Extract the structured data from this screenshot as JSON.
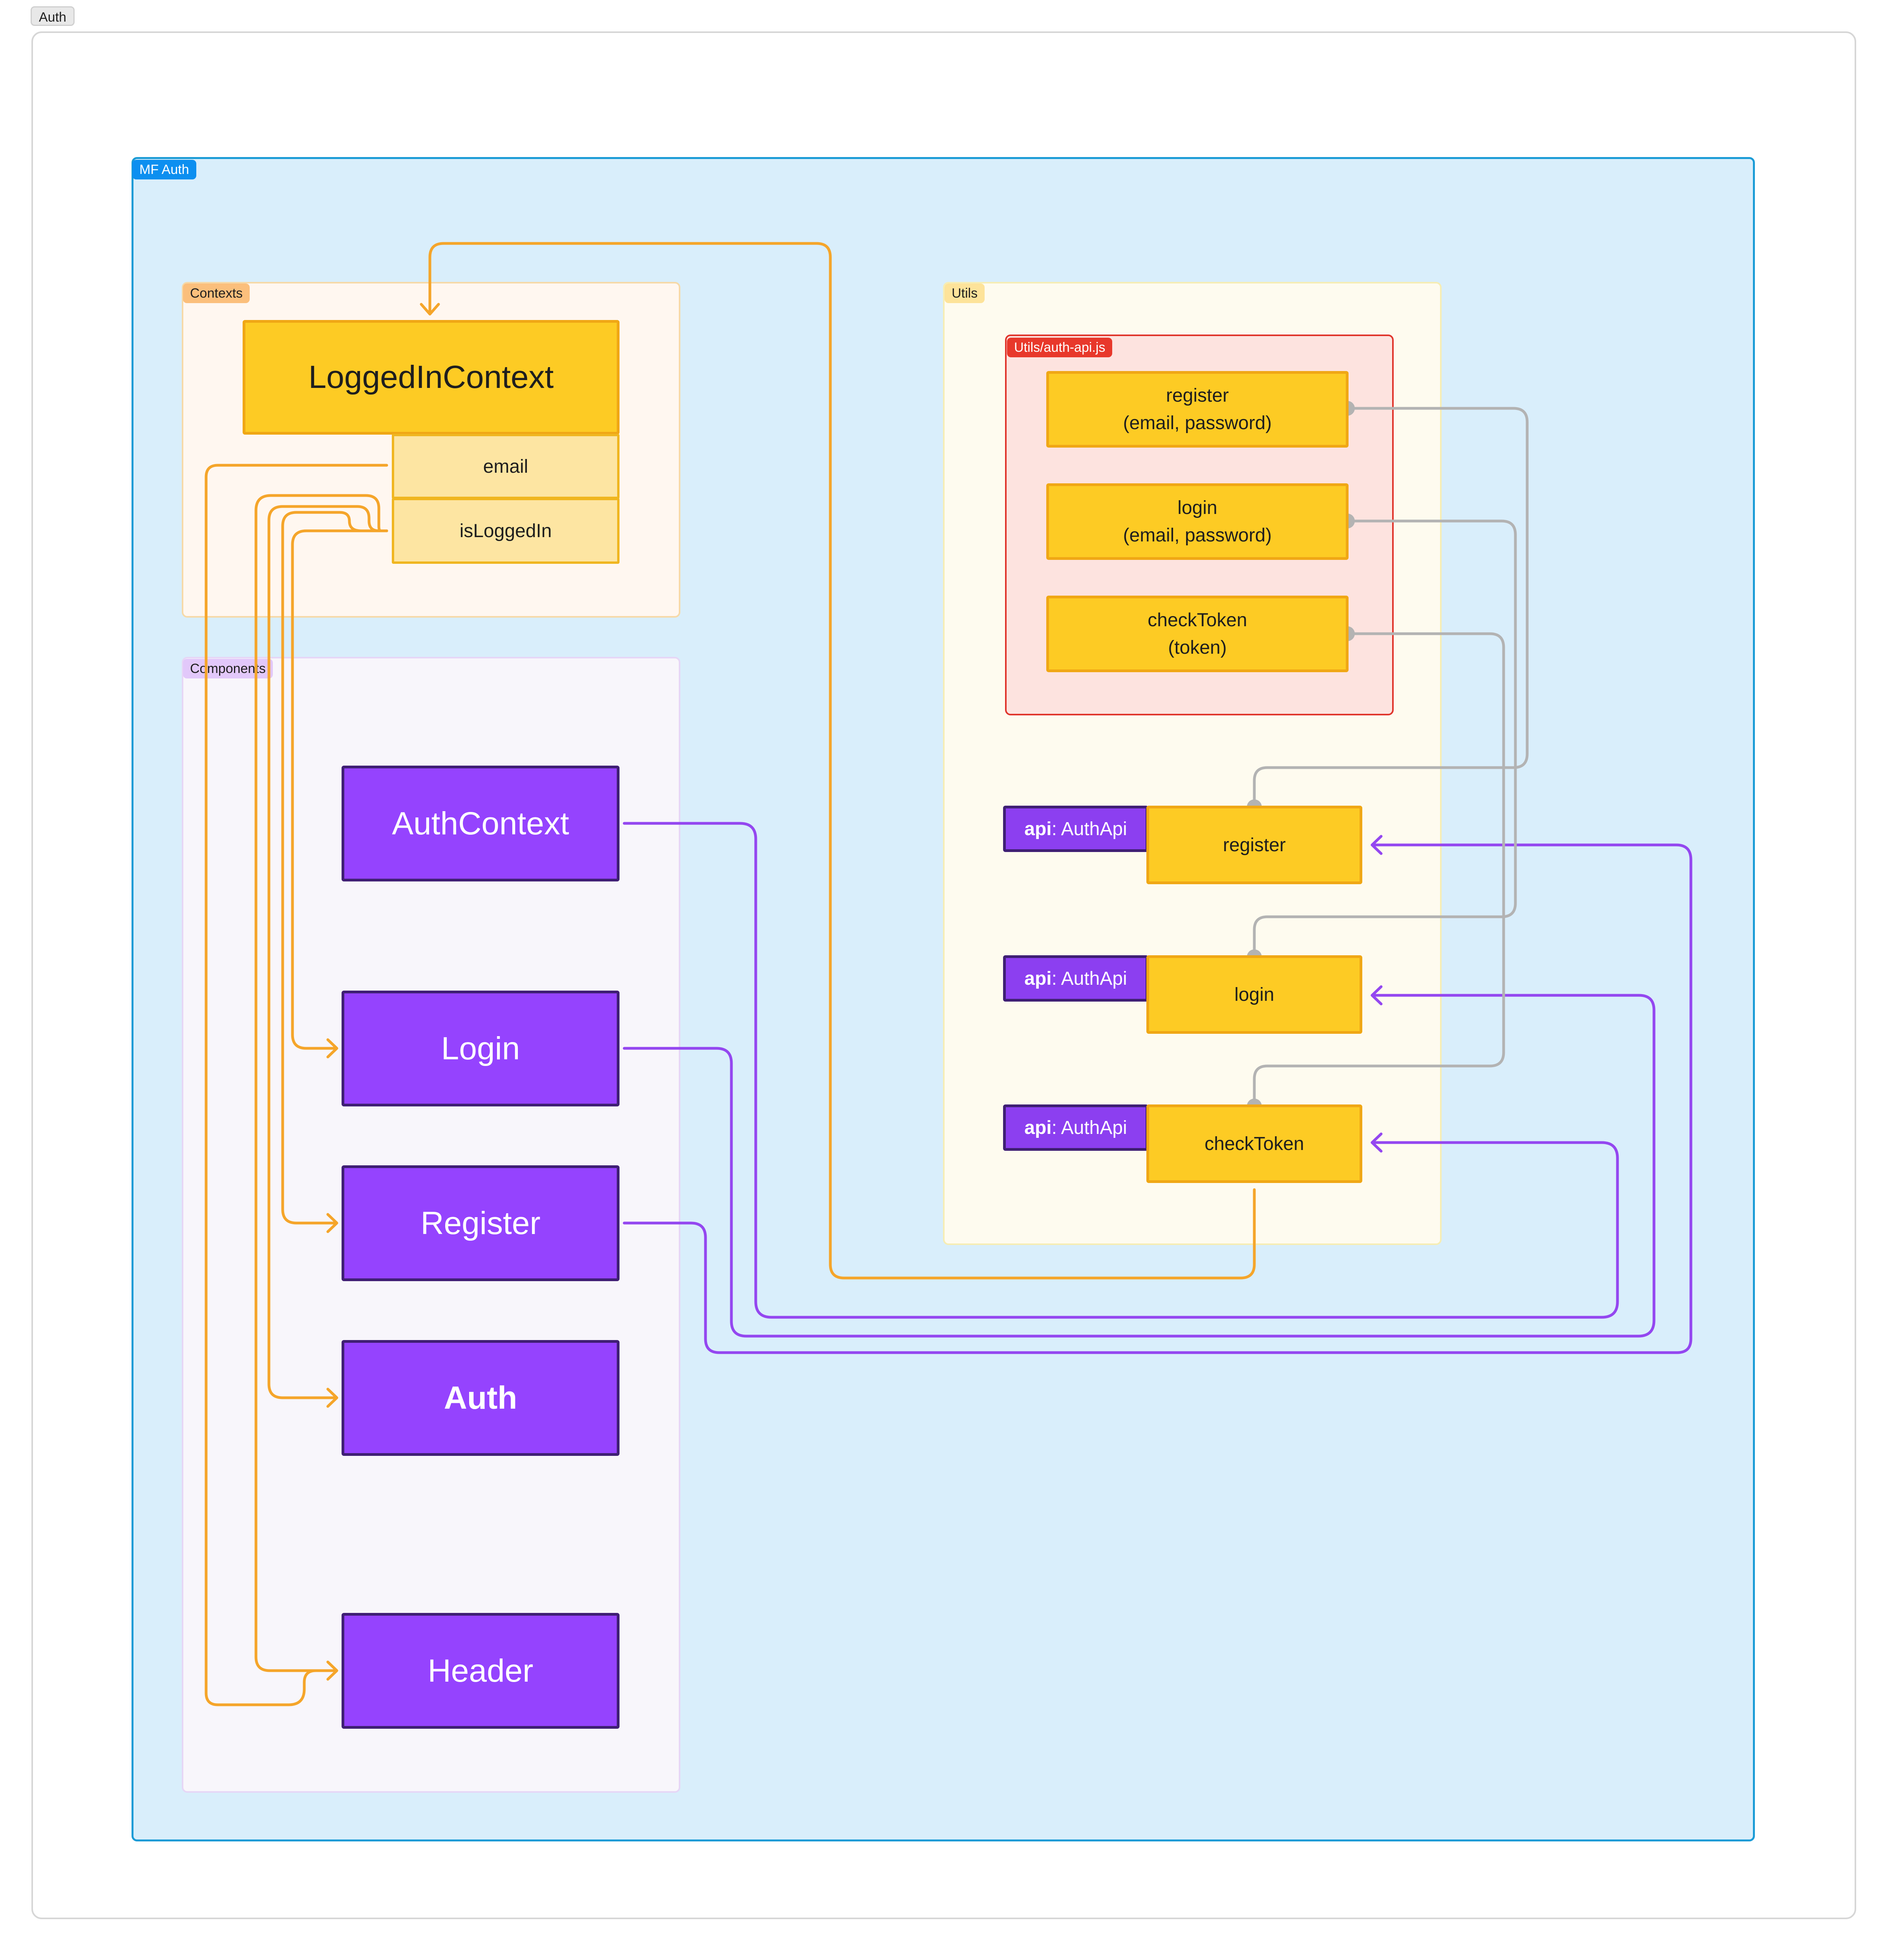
{
  "frames": {
    "outer": "Auth",
    "mf": "MF Auth"
  },
  "sections": {
    "contexts": "Contexts",
    "components": "Components",
    "utils": "Utils",
    "auth_api_file": "Utils/auth-api.js"
  },
  "context": {
    "name": "LoggedInContext",
    "fields": [
      "email",
      "isLoggedIn"
    ]
  },
  "components": [
    "AuthContext",
    "Login",
    "Register",
    "Auth",
    "Header"
  ],
  "auth_api_functions": [
    "register\n(email, password)",
    "login\n(email, password)",
    "checkToken\n(token)"
  ],
  "api_methods": {
    "tag_key": "api",
    "tag_type": ": AuthApi",
    "names": [
      "register",
      "login",
      "checkToken"
    ]
  },
  "colors": {
    "blue_frame": "#1a9bd6",
    "yellow": "#fdcb24",
    "purple": "#9543fe",
    "orange_edge": "#f5a52a",
    "purple_edge": "#9447f0",
    "gray_edge": "#b3b3b3",
    "red_frame": "#e0342b"
  }
}
